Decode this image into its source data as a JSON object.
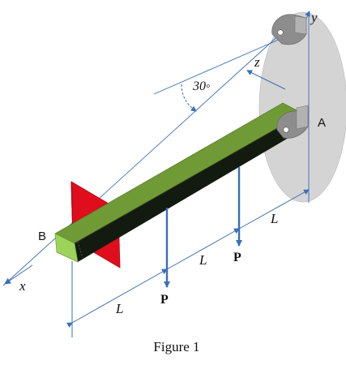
{
  "figure": {
    "caption": "Figure 1",
    "labels": {
      "point_a": "A",
      "point_b": "B",
      "axis_x": "x",
      "axis_y": "y",
      "axis_z": "z",
      "angle": "30◦",
      "load_1": "P",
      "load_2": "P",
      "span_1": "L",
      "span_2": "L",
      "span_3": "L"
    },
    "colors": {
      "beam_top": "#6f9a36",
      "beam_side": "#131a10",
      "beam_end": "#9cd45a",
      "wall_plate": "#e00d1d",
      "wall_disc": "#d4d4d4",
      "bracket": "#8d8d8d",
      "dimension_lines": "#3a6fb7"
    }
  }
}
